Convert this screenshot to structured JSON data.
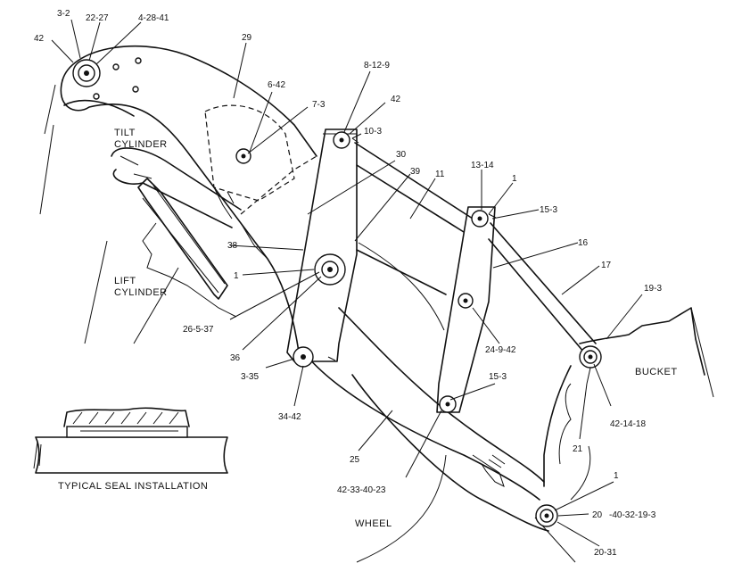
{
  "diagram": {
    "labels": {
      "tilt_cylinder": "TILT\nCYLINDER",
      "lift_cylinder": "LIFT\nCYLINDER",
      "bucket": "BUCKET",
      "wheel": "WHEEL",
      "typical_seal": "TYPICAL SEAL INSTALLATION"
    },
    "callouts": [
      "3-2",
      "22-27",
      "4-28-41",
      "42",
      "29",
      "6-42",
      "7-3",
      "8-12-9",
      "42",
      "10-3",
      "30",
      "39",
      "11",
      "13-14",
      "1",
      "15-3",
      "16",
      "17",
      "38",
      "1",
      "26-5-37",
      "36",
      "3-35",
      "34-42",
      "24-9-42",
      "15-3",
      "19-3",
      "42-14-18",
      "21",
      "25",
      "42-33-40-23",
      "1",
      "20",
      "-40-32-19-3",
      "20-31"
    ]
  }
}
